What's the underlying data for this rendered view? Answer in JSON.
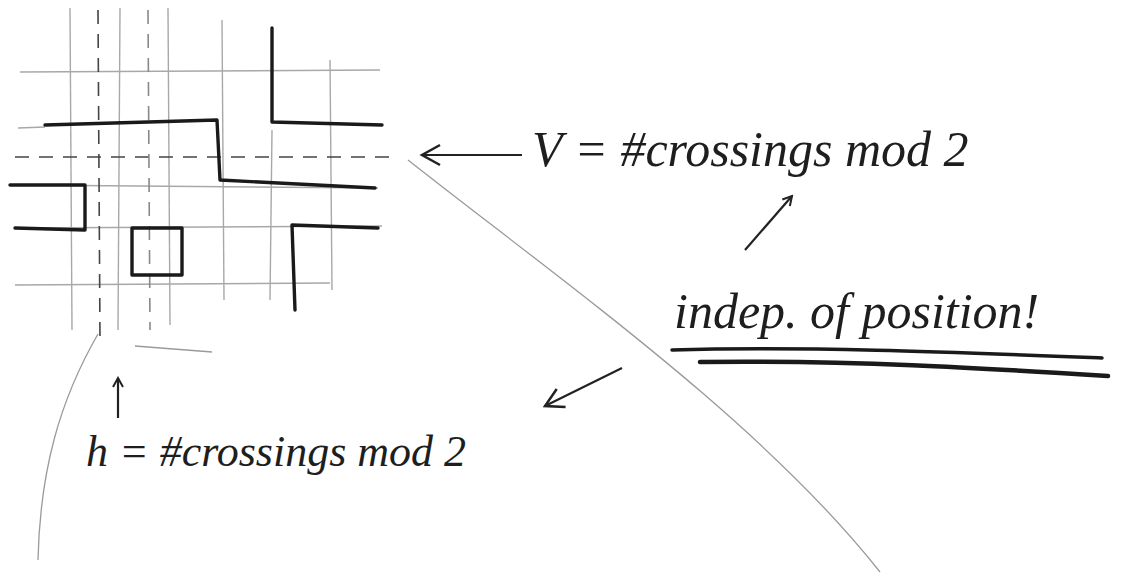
{
  "diagram": {
    "labels": [
      "V = #crossings mod 2",
      "indep. of position!",
      "h = #crossings mod 2"
    ]
  }
}
